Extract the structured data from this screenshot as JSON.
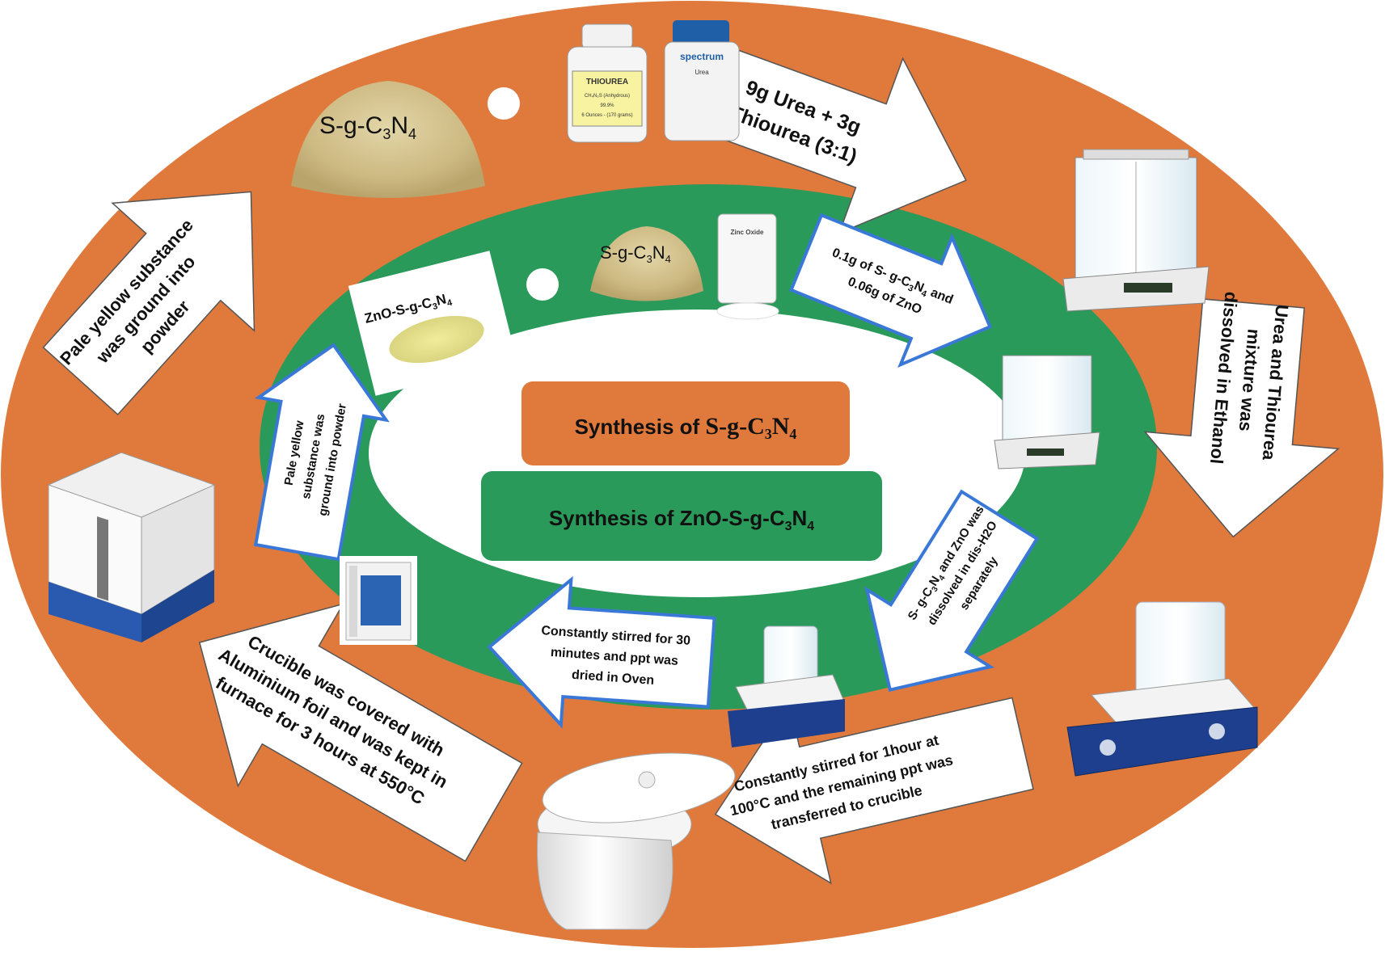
{
  "colors": {
    "outer_ring": "#e07a3c",
    "inner_ring": "#2a9a5a",
    "inner_arrow_border": "#3a78d8",
    "title1_box": "#e07a3c",
    "title2_box": "#2a9a5a",
    "powder": "#d2c28c",
    "text": "#111111"
  },
  "center": {
    "title1_prefix": "Synthesis of ",
    "title1_chem": "S-g-C",
    "title1_sub1": "3",
    "title1_chem2": "N",
    "title1_sub2": "4",
    "title2_prefix": "Synthesis of ZnO-S-g-C",
    "title2_sub1": "3",
    "title2_chem2": "N",
    "title2_sub2": "4"
  },
  "outer": {
    "arrow1": {
      "line1": "9g Urea + 3g",
      "line2": "Thiourea (3:1)"
    },
    "arrow2": {
      "line1": "Urea and Thiourea",
      "line2": "mixture was",
      "line3": "dissolved in Ethanol"
    },
    "arrow3": {
      "line1": "Constantly stirred for 1hour at",
      "line2": "100°C and the remaining ppt was",
      "line3": "transferred to crucible"
    },
    "arrow4": {
      "line1": "Crucible was covered with",
      "line2": "Aluminium foil and was kept in",
      "line3": "furnace for 3 hours at 550°C"
    },
    "arrow5": {
      "line1": "Pale yellow substance",
      "line2": "was ground into",
      "line3": "powder"
    },
    "powder_label": {
      "main": "S-g-C",
      "sub1": "3",
      "main2": "N",
      "sub2": "4"
    },
    "thiourea_label": "THIOUREA",
    "thiourea_formula": "CH₄N₂S (Anhydrous)",
    "thiourea_purity": "99.9%",
    "thiourea_amount": "6 Ounces - (170 grams)",
    "spectrum_label": "spectrum",
    "urea_label": "Urea"
  },
  "inner": {
    "arrow1": {
      "line1_a": "0.1g of S- g-C",
      "line1_sub": "3",
      "line1_b": "N",
      "line1_sub2": "4",
      "line1_c": " and",
      "line2": "0.06g of ZnO"
    },
    "arrow2": {
      "line1_a": "S- g-C",
      "line1_sub": "3",
      "line1_b": "N",
      "line1_sub2": "4",
      "line1_c": " and ZnO was",
      "line2": "dissolved in dis-H2O",
      "line3": "separately"
    },
    "arrow3": {
      "line1": "Constantly stirred for 30",
      "line2": "minutes and ppt was",
      "line3": "dried in Oven"
    },
    "arrow4": {
      "line1": "Pale yellow",
      "line2": "substance was",
      "line3": "ground into powder"
    },
    "powder_label": {
      "main": "S-g-C",
      "sub1": "3",
      "main2": "N",
      "sub2": "4"
    },
    "zno_label": {
      "main": "ZnO-S-g-C",
      "sub1": "3",
      "main2": "N",
      "sub2": "4"
    },
    "zinc_oxide_label": "Zinc Oxide"
  }
}
